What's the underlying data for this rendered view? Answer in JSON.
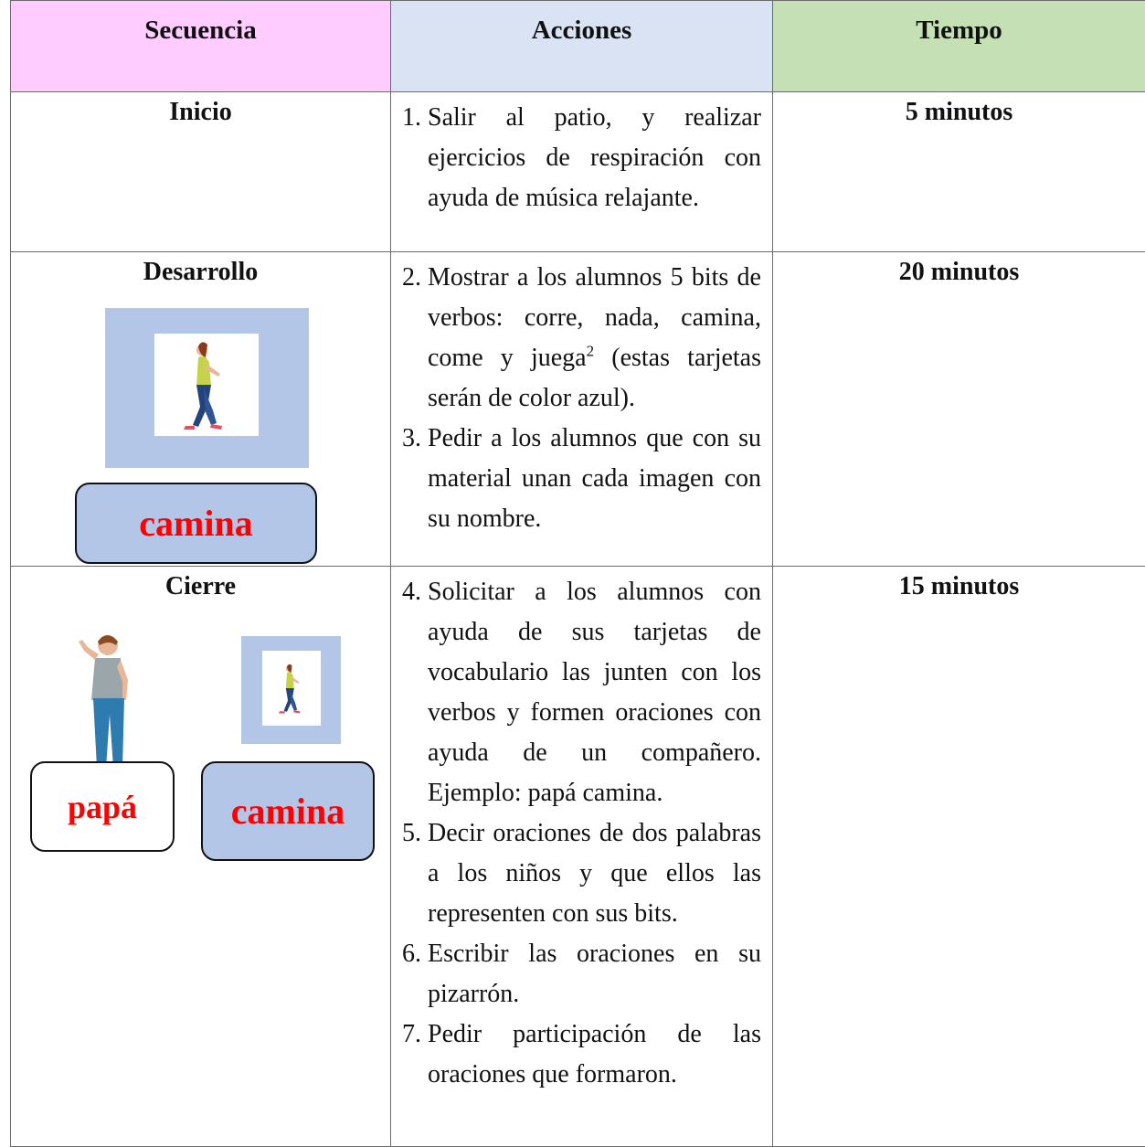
{
  "headers": {
    "secuencia": "Secuencia",
    "acciones": "Acciones",
    "tiempo": "Tiempo"
  },
  "inicio": {
    "label": "Inicio",
    "time": "5 minutos",
    "items": [
      {
        "num": "1.",
        "text": "Salir al patio, y realizar ejercicios de respiración con ayuda de música relajante."
      }
    ]
  },
  "desarrollo": {
    "label": "Desarrollo",
    "time": "20 minutos",
    "word": "camina",
    "items": [
      {
        "num": "2.",
        "text": "Mostrar a los alumnos 5 bits de verbos: corre, nada, camina, come y juega",
        "sup": "2",
        "rest": " (estas tarjetas serán de color azul)."
      },
      {
        "num": "3.",
        "text": "Pedir a los alumnos que con su material unan cada imagen con su nombre."
      }
    ]
  },
  "cierre": {
    "label": "Cierre",
    "time": "15 minutos",
    "word_left": "papá",
    "word_right": "camina",
    "items": [
      {
        "num": "4.",
        "text": "Solicitar a los alumnos con ayuda de sus tarjetas de vocabulario las junten con los verbos y formen oraciones con ayuda de un compañero. Ejemplo: papá camina."
      },
      {
        "num": "5.",
        "text": "Decir oraciones de dos palabras a los niños y que ellos las representen con sus bits."
      },
      {
        "num": "6.",
        "text": "Escribir las oraciones en su pizarrón."
      },
      {
        "num": "7.",
        "text": "Pedir participación de las oraciones que formaron."
      }
    ]
  },
  "colors": {
    "secuencia_header": "#ffccff",
    "acciones_header": "#dae3f3",
    "tiempo_header": "#c5e0b4",
    "card_blue": "#b4c6e7",
    "word_red": "#ff0000"
  }
}
